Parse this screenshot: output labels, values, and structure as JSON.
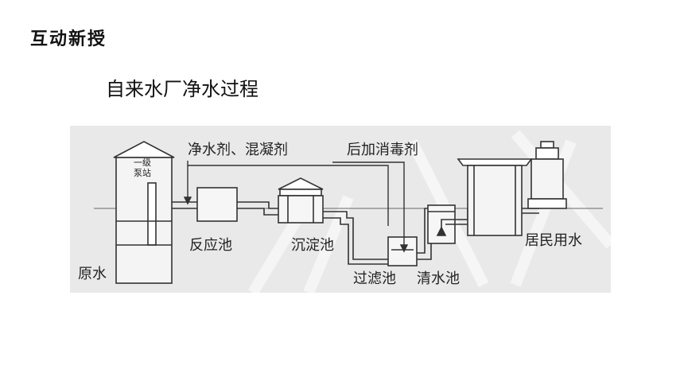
{
  "header": {
    "section_title": "互动新授"
  },
  "slide": {
    "heading": "自来水厂净水过程"
  },
  "diagram": {
    "pump_station_label_line1": "一级",
    "pump_station_label_line2": "泵站",
    "source_label": "原水",
    "additive_1_label": "净水剂、混凝剂",
    "additive_2_label": "后加消毒剂",
    "reaction_tank_label": "反应池",
    "sedimentation_tank_label": "沉淀池",
    "filter_tank_label": "过滤池",
    "clear_water_tank_label": "清水池",
    "residential_label": "居民用水"
  }
}
